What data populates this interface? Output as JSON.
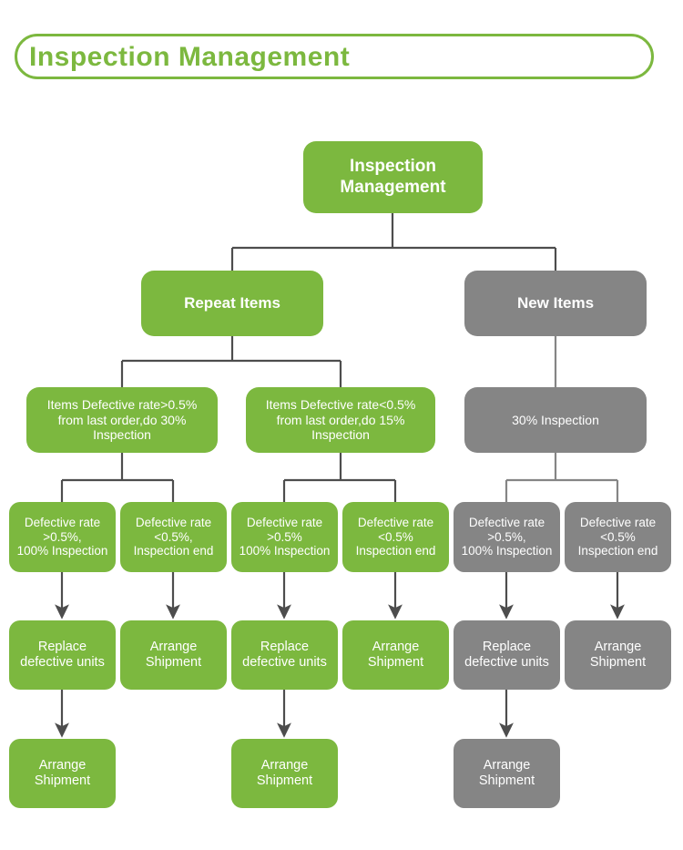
{
  "header": {
    "title": "Inspection Management"
  },
  "colors": {
    "green": "#7cb83f",
    "gray": "#858585",
    "connector_dark": "#4d4d4d",
    "connector_gray": "#858585",
    "text_on_node": "#ffffff",
    "page_background": "#ffffff"
  },
  "chart_data": {
    "type": "diagram",
    "diagram_kind": "tree-flowchart",
    "title": "Inspection Management",
    "levels": 6,
    "nodes": [
      {
        "id": "root",
        "level": 1,
        "label": "Inspection\nManagement",
        "color": "green"
      },
      {
        "id": "repeat",
        "level": 2,
        "label": "Repeat Items",
        "color": "green"
      },
      {
        "id": "new",
        "level": 2,
        "label": "New Items",
        "color": "gray"
      },
      {
        "id": "r-hi",
        "level": 3,
        "label": "Items Defective rate>0.5%\nfrom last order,do 30%\nInspection",
        "color": "green"
      },
      {
        "id": "r-lo",
        "level": 3,
        "label": "Items Defective rate<0.5%\nfrom last order,do 15%\nInspection",
        "color": "green"
      },
      {
        "id": "n-30",
        "level": 3,
        "label": "30% Inspection",
        "color": "gray"
      },
      {
        "id": "c1",
        "level": 4,
        "label": "Defective rate\n>0.5%,\n100% Inspection",
        "color": "green"
      },
      {
        "id": "c2",
        "level": 4,
        "label": "Defective rate\n<0.5%,\nInspection end",
        "color": "green"
      },
      {
        "id": "c3",
        "level": 4,
        "label": "Defective rate\n>0.5%\n100% Inspection",
        "color": "green"
      },
      {
        "id": "c4",
        "level": 4,
        "label": "Defective rate\n<0.5%\nInspection end",
        "color": "green"
      },
      {
        "id": "c5",
        "level": 4,
        "label": "Defective rate\n>0.5%,\n100% Inspection",
        "color": "gray"
      },
      {
        "id": "c6",
        "level": 4,
        "label": "Defective rate\n<0.5%\nInspection end",
        "color": "gray"
      },
      {
        "id": "a1",
        "level": 5,
        "label": "Replace\ndefective units",
        "color": "green"
      },
      {
        "id": "a2",
        "level": 5,
        "label": "Arrange\nShipment",
        "color": "green"
      },
      {
        "id": "a3",
        "level": 5,
        "label": "Replace\ndefective units",
        "color": "green"
      },
      {
        "id": "a4",
        "level": 5,
        "label": "Arrange\nShipment",
        "color": "green"
      },
      {
        "id": "a5",
        "level": 5,
        "label": "Replace\ndefective units",
        "color": "gray"
      },
      {
        "id": "a6",
        "level": 5,
        "label": "Arrange\nShipment",
        "color": "gray"
      },
      {
        "id": "s1",
        "level": 6,
        "label": "Arrange\nShipment",
        "color": "green"
      },
      {
        "id": "s3",
        "level": 6,
        "label": "Arrange\nShipment",
        "color": "green"
      },
      {
        "id": "s5",
        "level": 6,
        "label": "Arrange\nShipment",
        "color": "gray"
      }
    ],
    "edges": [
      {
        "from": "root",
        "to": "repeat",
        "style": "elbow"
      },
      {
        "from": "root",
        "to": "new",
        "style": "elbow"
      },
      {
        "from": "repeat",
        "to": "r-hi",
        "style": "elbow"
      },
      {
        "from": "repeat",
        "to": "r-lo",
        "style": "elbow"
      },
      {
        "from": "new",
        "to": "n-30",
        "style": "straight"
      },
      {
        "from": "r-hi",
        "to": "c1",
        "style": "elbow"
      },
      {
        "from": "r-hi",
        "to": "c2",
        "style": "elbow"
      },
      {
        "from": "r-lo",
        "to": "c3",
        "style": "elbow"
      },
      {
        "from": "r-lo",
        "to": "c4",
        "style": "elbow"
      },
      {
        "from": "n-30",
        "to": "c5",
        "style": "elbow"
      },
      {
        "from": "n-30",
        "to": "c6",
        "style": "elbow"
      },
      {
        "from": "c1",
        "to": "a1",
        "style": "arrow"
      },
      {
        "from": "c2",
        "to": "a2",
        "style": "arrow"
      },
      {
        "from": "c3",
        "to": "a3",
        "style": "arrow"
      },
      {
        "from": "c4",
        "to": "a4",
        "style": "arrow"
      },
      {
        "from": "c5",
        "to": "a5",
        "style": "arrow"
      },
      {
        "from": "c6",
        "to": "a6",
        "style": "arrow"
      },
      {
        "from": "a1",
        "to": "s1",
        "style": "arrow"
      },
      {
        "from": "a3",
        "to": "s3",
        "style": "arrow"
      },
      {
        "from": "a5",
        "to": "s5",
        "style": "arrow"
      }
    ]
  },
  "nodes": {
    "root": "Inspection\nManagement",
    "repeat": "Repeat Items",
    "new": "New Items",
    "r_hi": "Items Defective rate>0.5%\nfrom last order,do 30%\nInspection",
    "r_lo": "Items Defective rate<0.5%\nfrom last order,do 15%\nInspection",
    "n_30": "30% Inspection",
    "c1": "Defective rate\n>0.5%,\n100% Inspection",
    "c2": "Defective rate\n<0.5%,\nInspection end",
    "c3": "Defective rate\n>0.5%\n100% Inspection",
    "c4": "Defective rate\n<0.5%\nInspection end",
    "c5": "Defective rate\n>0.5%,\n100% Inspection",
    "c6": "Defective rate\n<0.5%\nInspection end",
    "a1": "Replace\ndefective units",
    "a2": "Arrange\nShipment",
    "a3": "Replace\ndefective units",
    "a4": "Arrange\nShipment",
    "a5": "Replace\ndefective units",
    "a6": "Arrange\nShipment",
    "s1": "Arrange\nShipment",
    "s3": "Arrange\nShipment",
    "s5": "Arrange\nShipment"
  }
}
